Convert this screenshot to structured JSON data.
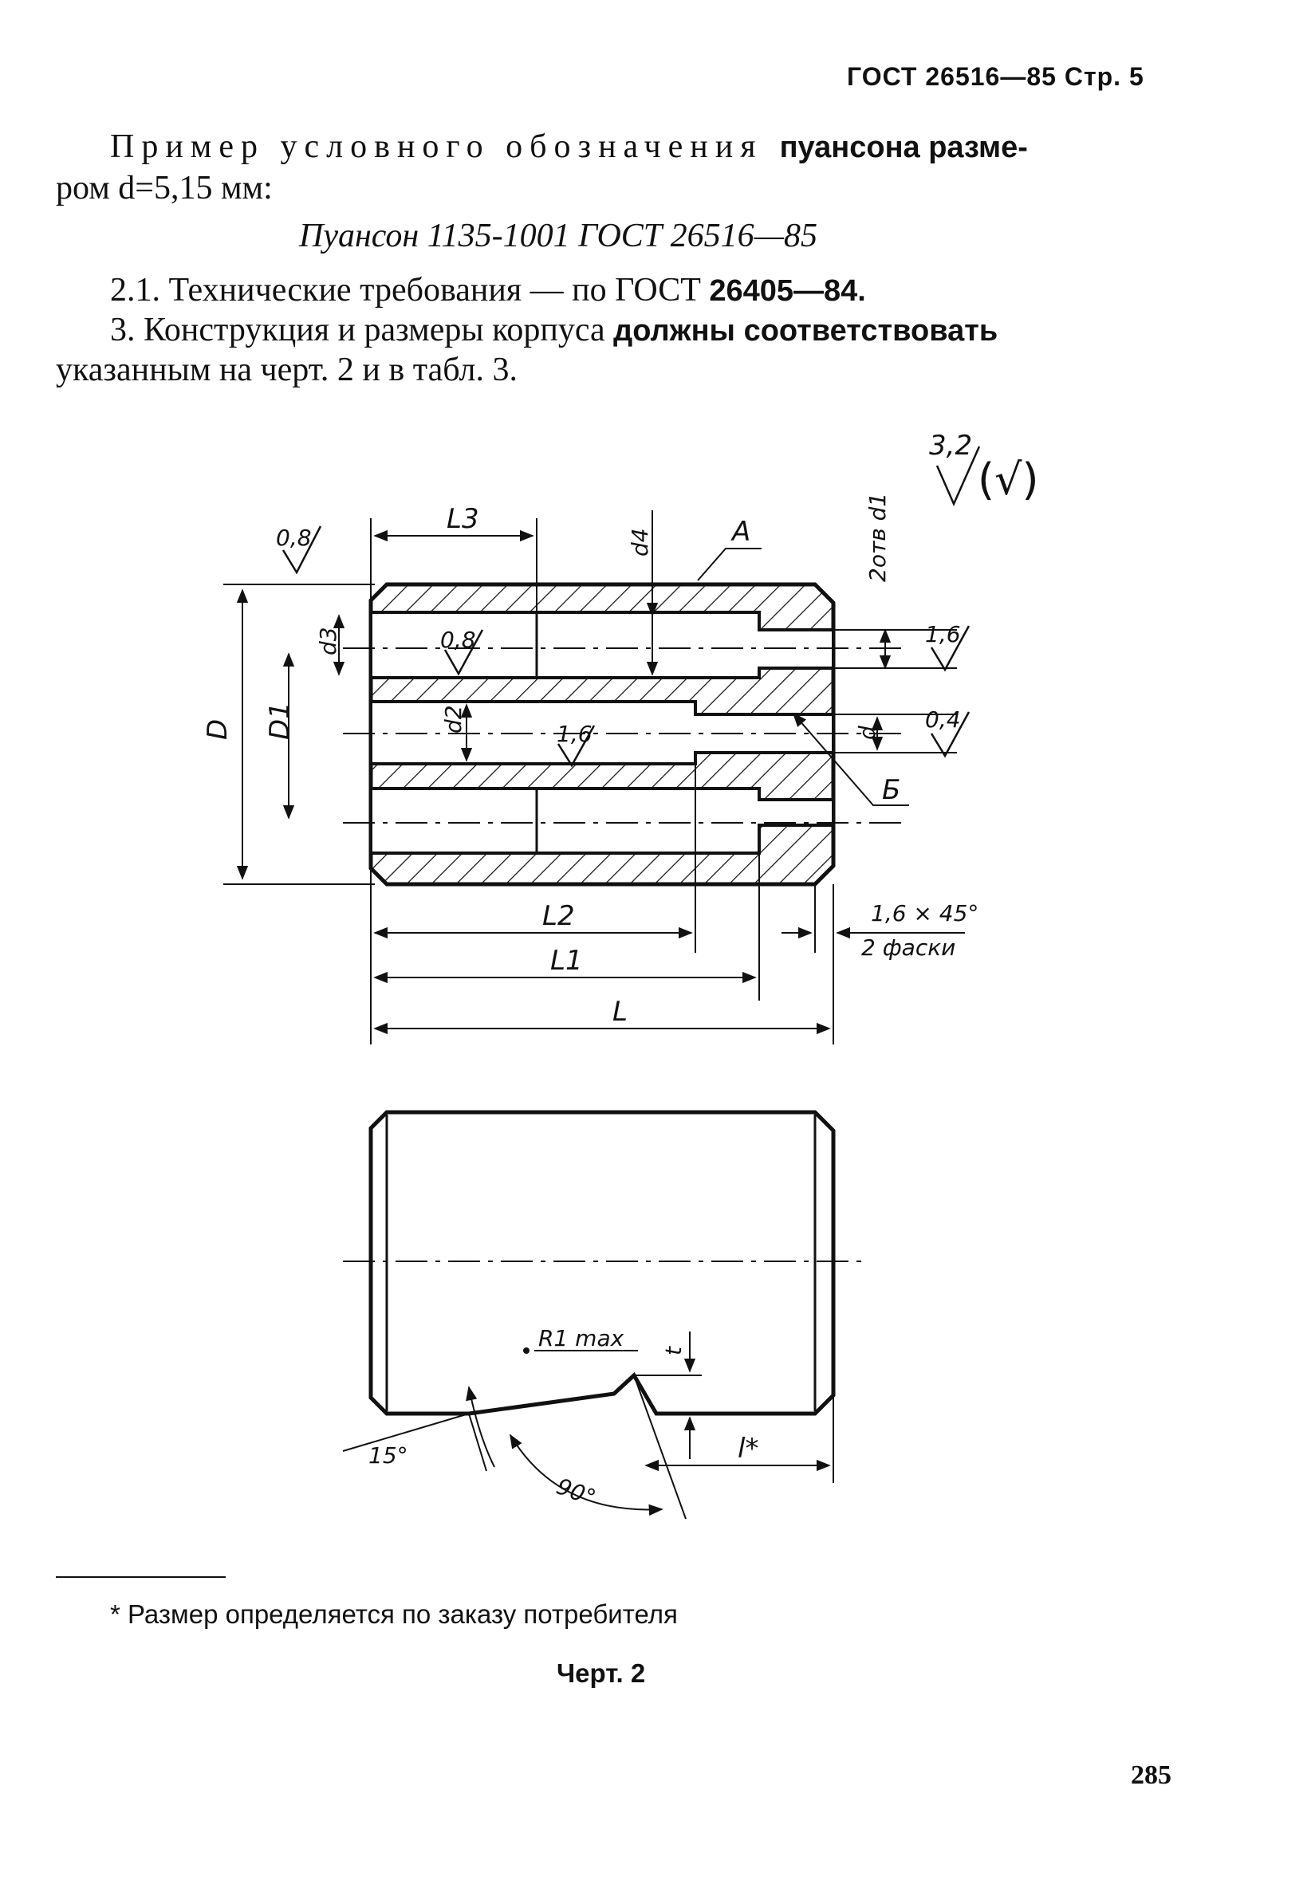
{
  "header": {
    "text": "ГОСТ 26516—85 Стр. 5"
  },
  "intro": {
    "line1_spaced": "Пример условного обозначения",
    "line1_bold": "пуансона разме-",
    "line2": "ром d=5,15 мм:"
  },
  "designation": "Пуансон 1135-1001 ГОСТ 26516—85",
  "clause_2_1": {
    "text": "2.1. Технические требования — по ГОСТ",
    "ref": "26405—84."
  },
  "clause_3": {
    "line1a": "3. Конструкция и размеры корпуса",
    "line1b": "должны соответствовать",
    "line2": "указанным на черт. 2 и в табл. 3."
  },
  "drawing_labels": {
    "roughness_main": "3,2",
    "roughness_main_paren": "(√)",
    "r08_top": "0,8",
    "r08_bore": "0,8",
    "r16_bore": "1,6",
    "r16_side": "1,6",
    "r04_side": "0,4",
    "L3": "L3",
    "d4": "d4",
    "A": "А",
    "holes": "2отв d1",
    "d3": "d3",
    "d2": "d2",
    "D": "D",
    "D1": "D1",
    "d": "d",
    "B": "Б",
    "L2": "L2",
    "L1": "L1",
    "L": "L",
    "chamfer": "1,6 × 45°",
    "chamfer_note": "2 фаски",
    "R1": "R1 max",
    "t": "t",
    "angle15": "15°",
    "angle90": "90°",
    "l_star": "l*"
  },
  "footnote": "* Размер определяется по заказу потребителя",
  "caption": "Черт. 2",
  "page_number": "285"
}
